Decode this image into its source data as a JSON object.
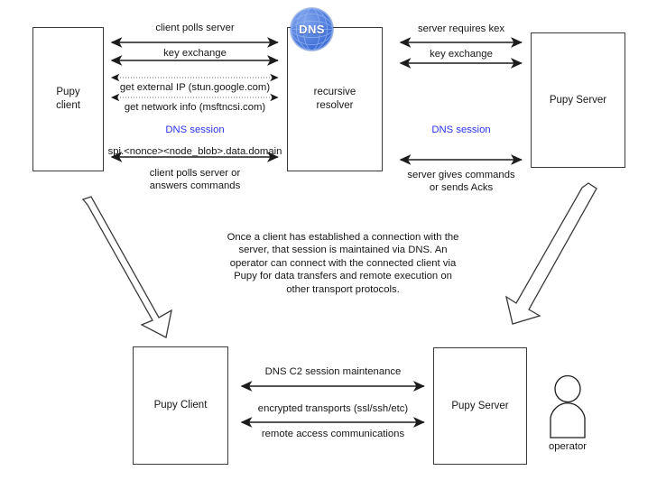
{
  "diagram": {
    "title": "Pupy DNS C2 communication flow",
    "accent_blue": "#2b33ef",
    "dns_badge_color": "#4a78dd",
    "line_color": "#3a3a3a"
  },
  "top": {
    "client_box": "Pupy\nclient",
    "resolver_box": "recursive\nresolver",
    "server_box": "Pupy Server",
    "dns_badge": "DNS",
    "left_flows": [
      {
        "label": "client polls server",
        "style": "solid"
      },
      {
        "label": "key exchange",
        "style": "solid"
      },
      {
        "label": "get external IP (stun.google.com)",
        "style": "dotted"
      },
      {
        "label": "get network info (msftncsi.com)",
        "style": "dotted"
      },
      {
        "label": "DNS session",
        "style": "none"
      },
      {
        "label": "spi.<nonce><node_blob>.data.domain",
        "style": "solid"
      },
      {
        "label": "client polls server or\nanswers commands",
        "style": "none"
      }
    ],
    "right_flows": [
      {
        "label": "server requires kex",
        "style": "solid"
      },
      {
        "label": "key exchange",
        "style": "solid"
      },
      {
        "label": "DNS session",
        "style": "none"
      },
      {
        "label": "server gives commands\nor sends Acks",
        "style": "none"
      }
    ]
  },
  "middle": {
    "paragraph": "Once a client has established a connection with the server, that session is maintained via DNS. An operator can connect with the connected client via Pupy for data transfers and remote execution on other transport protocols."
  },
  "bottom": {
    "client_box": "Pupy Client",
    "server_box": "Pupy Server",
    "operator_label": "operator",
    "flows": [
      {
        "label": "DNS C2 session maintenance",
        "style": "solid"
      },
      {
        "label": "encrypted transports (ssl/ssh/etc)",
        "style": "solid"
      },
      {
        "label": "remote access communications",
        "style": "none"
      }
    ]
  }
}
